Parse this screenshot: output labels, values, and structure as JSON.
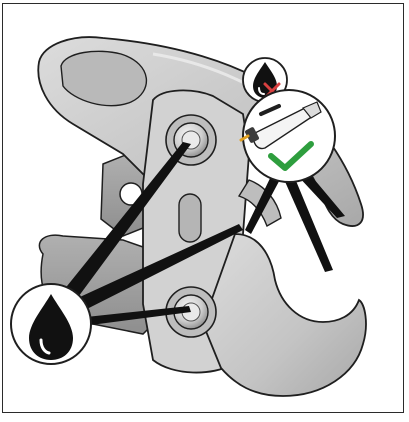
{
  "figure": {
    "subject": "press-jaw",
    "callouts": [
      {
        "name": "lubrication-point-callout",
        "icon": "oil-drop-icon"
      },
      {
        "name": "no-oil-callout",
        "icon": "oil-drop-crossed-icon"
      },
      {
        "name": "grease-tube-ok-callout",
        "icon": "grease-tube-checkmark-icon"
      }
    ]
  },
  "colors": {
    "body_fill": "#c8c8c8",
    "body_dark": "#9a9a9a",
    "body_light": "#e4e4e4",
    "outline": "#1f1f1f",
    "check_green": "#2e9e3e",
    "cross_red": "#d94040",
    "tube_yellow": "#f2d56b"
  }
}
